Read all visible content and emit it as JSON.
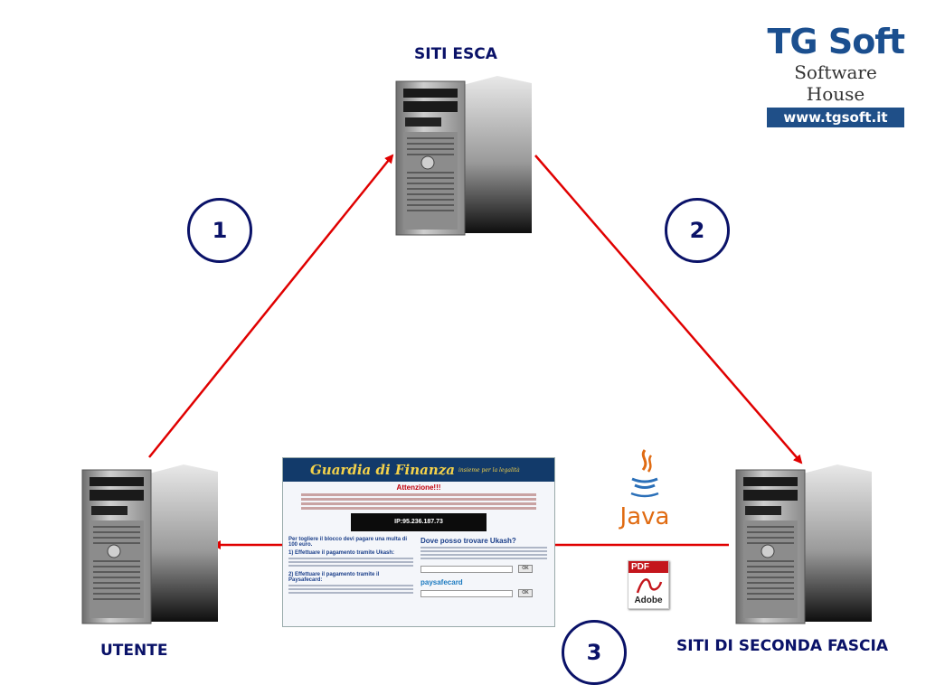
{
  "nodes": {
    "siti_esca": "SITI ESCA",
    "utente": "UTENTE",
    "siti_seconda_fascia": "SITI DI SECONDA FASCIA"
  },
  "steps": [
    "1",
    "2",
    "3"
  ],
  "logo": {
    "title": "TG Soft",
    "subtitle": "Software House",
    "url": "www.tgsoft.it"
  },
  "ransom_screen": {
    "banner_title": "Guardia di Finanza",
    "banner_subtitle": "insieme per la legalità",
    "attention": "Attenzione!!!",
    "ip_box": "IP:95.236.187.73",
    "left_heading": "Per togliere il blocco devi pagare una multa di 100 euro.",
    "option_1": "1) Effettuare il pagamento tramite Ukash:",
    "option_2": "2) Effettuare il pagamento tramite il Paysafecard:",
    "ukash_heading": "Dove posso trovare Ukash?",
    "paysafecard_label": "paysafecard",
    "ok_label": "OK"
  },
  "icons": {
    "java_label": "Java",
    "pdf_label": "PDF",
    "adobe_label": "Adobe"
  },
  "colors": {
    "arrow": "#e00000",
    "label": "#0a1268",
    "logo_bar": "#1f4f88"
  }
}
